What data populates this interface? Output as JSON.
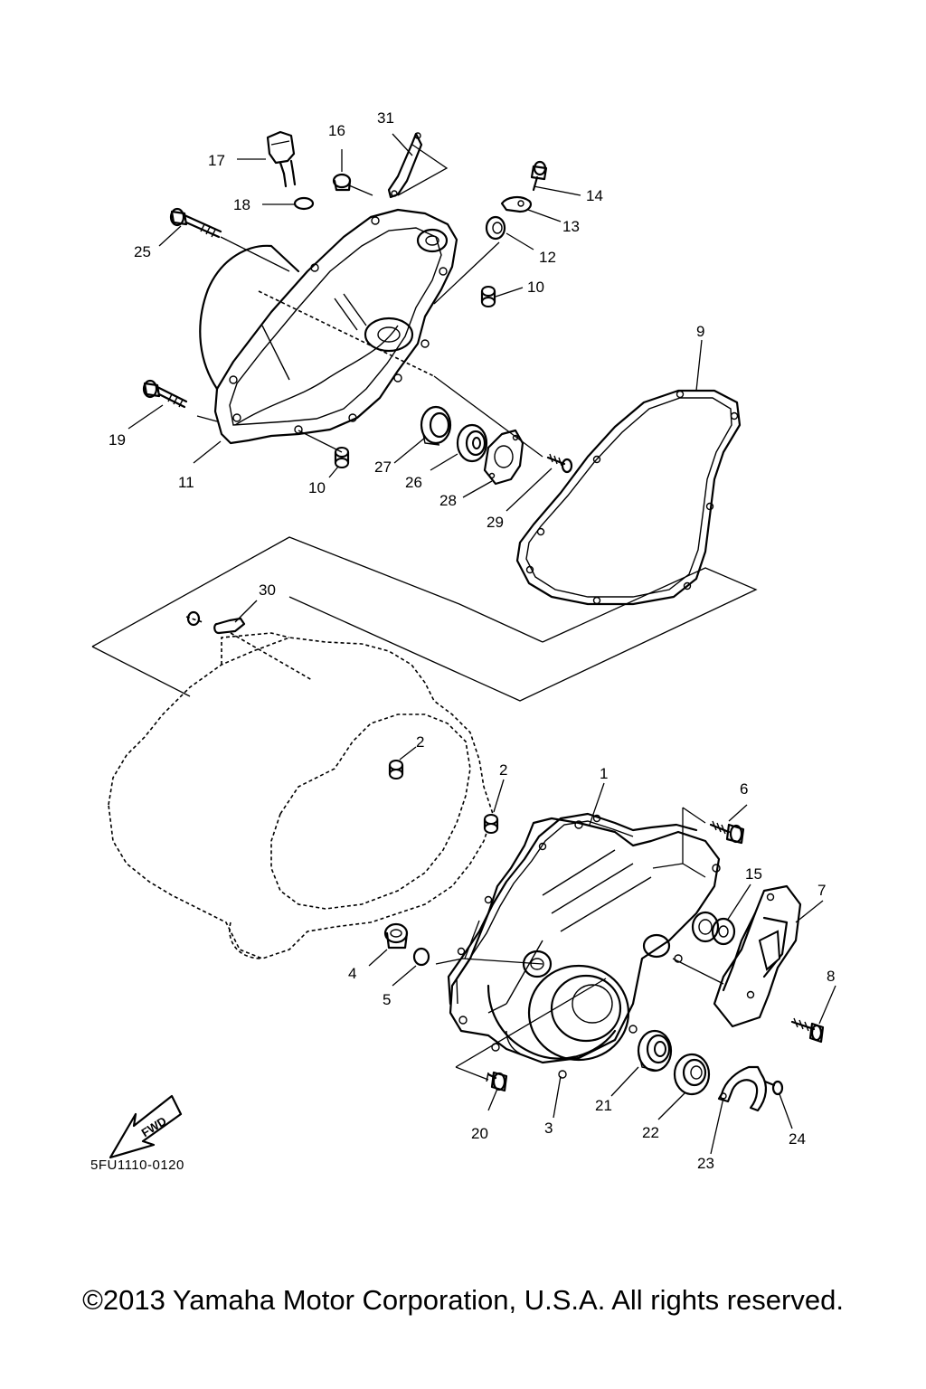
{
  "diagram": {
    "code": "5FU1110-0120",
    "fwd_label": "FWD",
    "copyright": "©2013 Yamaha Motor Corporation, U.S.A. All rights reserved.",
    "callouts": {
      "c1": "1",
      "c2a": "2",
      "c2b": "2",
      "c3": "3",
      "c4": "4",
      "c5": "5",
      "c6": "6",
      "c7": "7",
      "c8": "8",
      "c9": "9",
      "c10a": "10",
      "c10b": "10",
      "c11": "11",
      "c12": "12",
      "c13": "13",
      "c14": "14",
      "c15": "15",
      "c16": "16",
      "c17": "17",
      "c18": "18",
      "c19": "19",
      "c20": "20",
      "c21": "21",
      "c22": "22",
      "c23": "23",
      "c24": "24",
      "c25": "25",
      "c26": "26",
      "c27": "27",
      "c28": "28",
      "c29": "29",
      "c30": "30",
      "c31": "31"
    }
  }
}
